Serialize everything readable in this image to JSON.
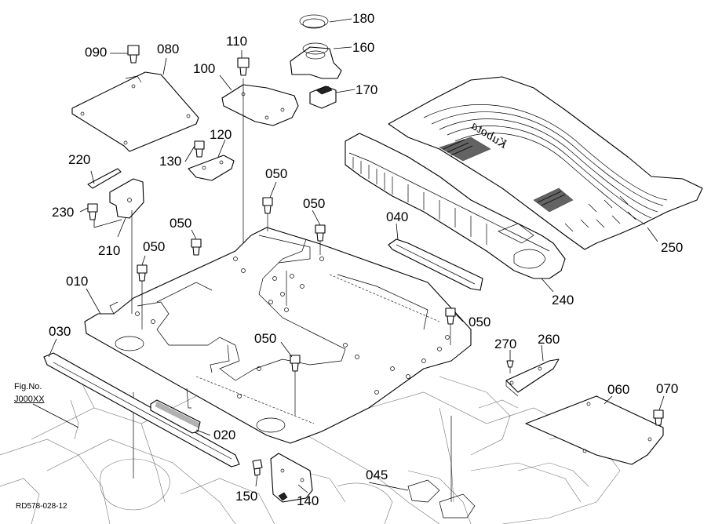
{
  "labels": {
    "p180": "180",
    "p160": "160",
    "p170": "170",
    "p110": "110",
    "p100": "100",
    "p090": "090",
    "p080": "080",
    "p120": "120",
    "p130": "130",
    "p220": "220",
    "p230": "230",
    "p210": "210",
    "p050a": "050",
    "p050b": "050",
    "p050c": "050",
    "p050d": "050",
    "p050e": "050",
    "p050f": "050",
    "p010": "010",
    "p030": "030",
    "p020": "020",
    "p040": "040",
    "p240": "240",
    "p250": "250",
    "p270": "270",
    "p260": "260",
    "p060": "060",
    "p070": "070",
    "p045": "045",
    "p150": "150",
    "p140": "140"
  },
  "fig_ref": {
    "line1": "Fig.No.",
    "line2": "J000XX"
  },
  "drawing_code": "RD578-028-12",
  "brand_mark": "Kubota"
}
